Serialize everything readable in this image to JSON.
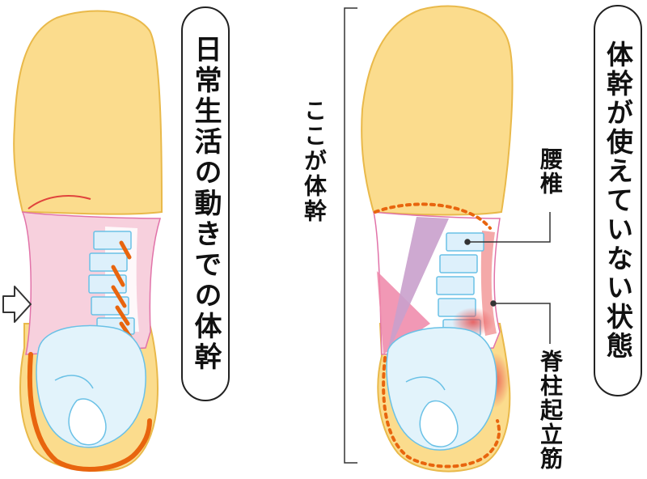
{
  "labels": {
    "left_title": "日常生活の動きでの体幹",
    "right_title": "体幹が使えていない状態",
    "core_label": "ここが体幹",
    "lumbar_label": "腰椎",
    "erector_label": "脊柱起立筋"
  },
  "colors": {
    "body_fill": "#fbdc8d",
    "body_stroke": "#e9b94a",
    "trunk_pink": "#f7d0dd",
    "trunk_outline": "#e173a9",
    "vertebra_fill": "#ddf0fb",
    "vertebra_stroke": "#6ac1e6",
    "pelvis_fill": "#e2f3fb",
    "muscle_orange": "#e8650e",
    "muscle_purple": "#c9a0cc",
    "muscle_pink": "#ee86a8",
    "erector_pink": "#f4a9a9",
    "bracket": "#333333"
  },
  "icons": {
    "arrow": "arrow-right-outline-icon"
  }
}
